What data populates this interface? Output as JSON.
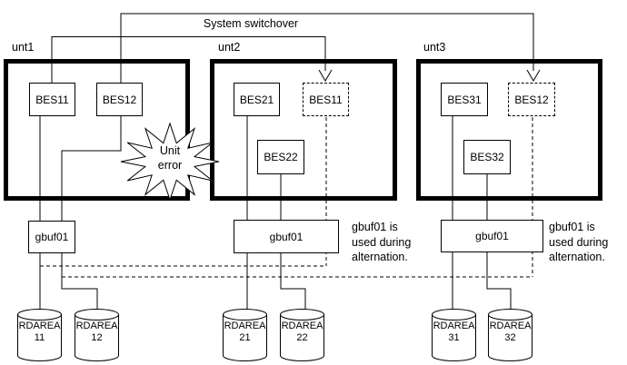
{
  "title": "System switchover",
  "error_burst": {
    "lines": [
      "Unit",
      "error"
    ]
  },
  "unit1": {
    "label": "unt1",
    "bes1": "BES11",
    "bes2": "BES12",
    "gbuf": "gbuf01"
  },
  "unit2": {
    "label": "unt2",
    "bes1": "BES21",
    "bes_standby": "BES11",
    "bes2": "BES22",
    "gbuf": "gbuf01",
    "note": {
      "lines": [
        "gbuf01 is",
        "used during",
        "alternation."
      ]
    }
  },
  "unit3": {
    "label": "unt3",
    "bes1": "BES31",
    "bes_standby": "BES12",
    "bes2": "BES32",
    "gbuf": "gbuf01",
    "note": {
      "lines": [
        "gbuf01 is",
        "used during",
        "alternation."
      ]
    }
  },
  "rdareas": [
    {
      "name": "RDAREA",
      "id": "11"
    },
    {
      "name": "RDAREA",
      "id": "12"
    },
    {
      "name": "RDAREA",
      "id": "21"
    },
    {
      "name": "RDAREA",
      "id": "22"
    },
    {
      "name": "RDAREA",
      "id": "31"
    },
    {
      "name": "RDAREA",
      "id": "32"
    }
  ],
  "colors": {
    "line": "#000000",
    "background": "#ffffff"
  }
}
